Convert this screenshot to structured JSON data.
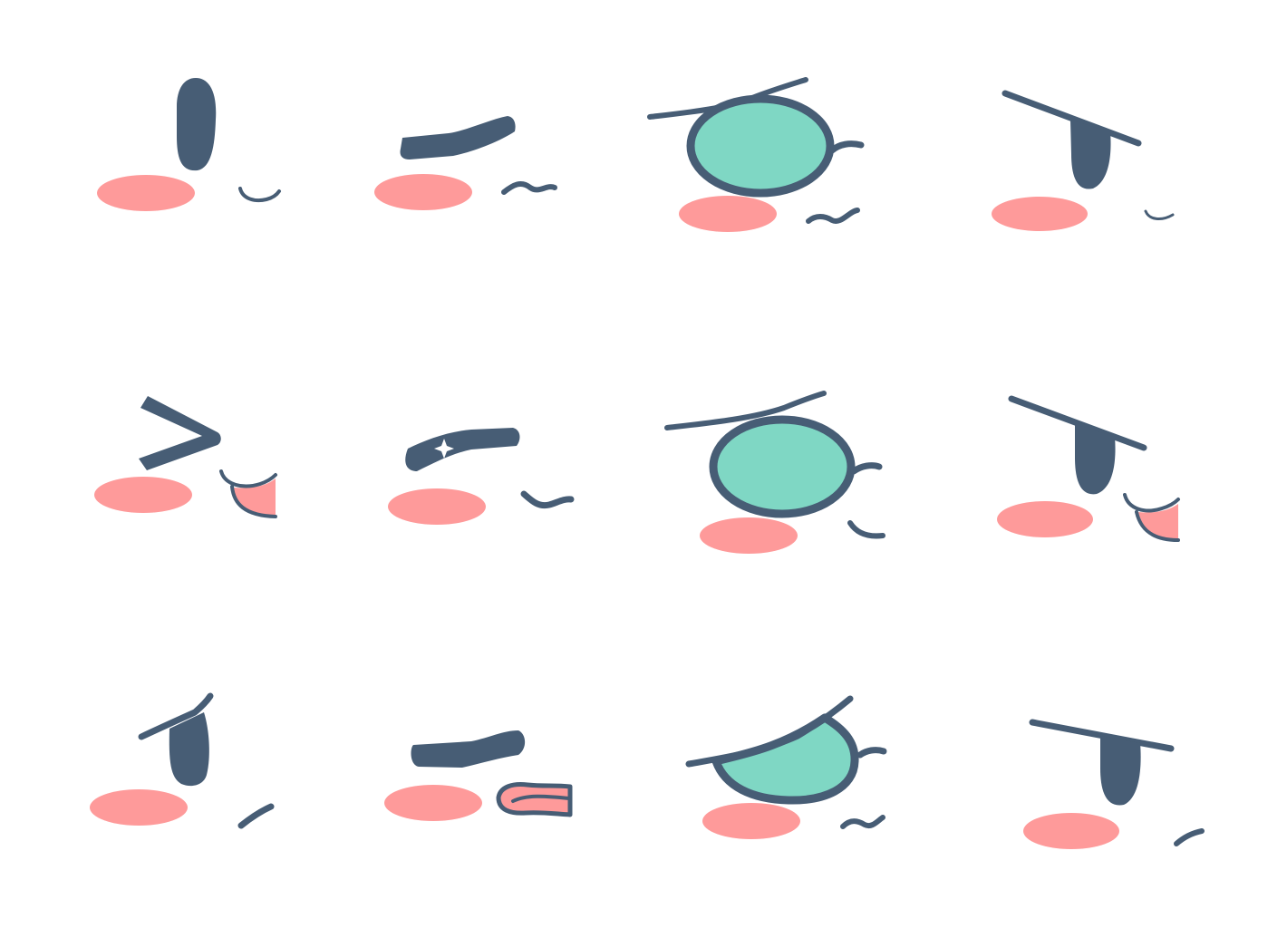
{
  "sheet": {
    "kind": "expression sprite sheet",
    "rows": 3,
    "columns": 4,
    "background_color": "#ffffff"
  },
  "palette": {
    "line": "#475d75",
    "blush": "#fe9a9a",
    "iris": "#7fd7c4",
    "tongue": "#fe9a9a"
  },
  "expressions": [
    {
      "row": 1,
      "col": 1,
      "eye": "tall-oval-open",
      "mouth": "small-smile"
    },
    {
      "row": 1,
      "col": 2,
      "eye": "closed-thick-line",
      "mouth": "wavy"
    },
    {
      "row": 1,
      "col": 3,
      "eye": "round-teal-wide",
      "mouth": "wavy"
    },
    {
      "row": 1,
      "col": 4,
      "eye": "angry-brow-with-pupil",
      "mouth": "tiny-smile"
    },
    {
      "row": 2,
      "col": 1,
      "eye": "wink-chevron",
      "mouth": "tongue-out"
    },
    {
      "row": 2,
      "col": 2,
      "eye": "closed-sparkle",
      "mouth": "wavy"
    },
    {
      "row": 2,
      "col": 3,
      "eye": "round-teal-wide",
      "mouth": "smirk"
    },
    {
      "row": 2,
      "col": 4,
      "eye": "angry-brow-with-pupil",
      "mouth": "tongue-out"
    },
    {
      "row": 3,
      "col": 1,
      "eye": "tall-oval-half-lid",
      "mouth": "dash"
    },
    {
      "row": 3,
      "col": 2,
      "eye": "closed-thick-line",
      "mouth": "open-pink"
    },
    {
      "row": 3,
      "col": 3,
      "eye": "half-lid-teal",
      "mouth": "wavy"
    },
    {
      "row": 3,
      "col": 4,
      "eye": "flat-brow-with-pupil",
      "mouth": "dash"
    }
  ]
}
